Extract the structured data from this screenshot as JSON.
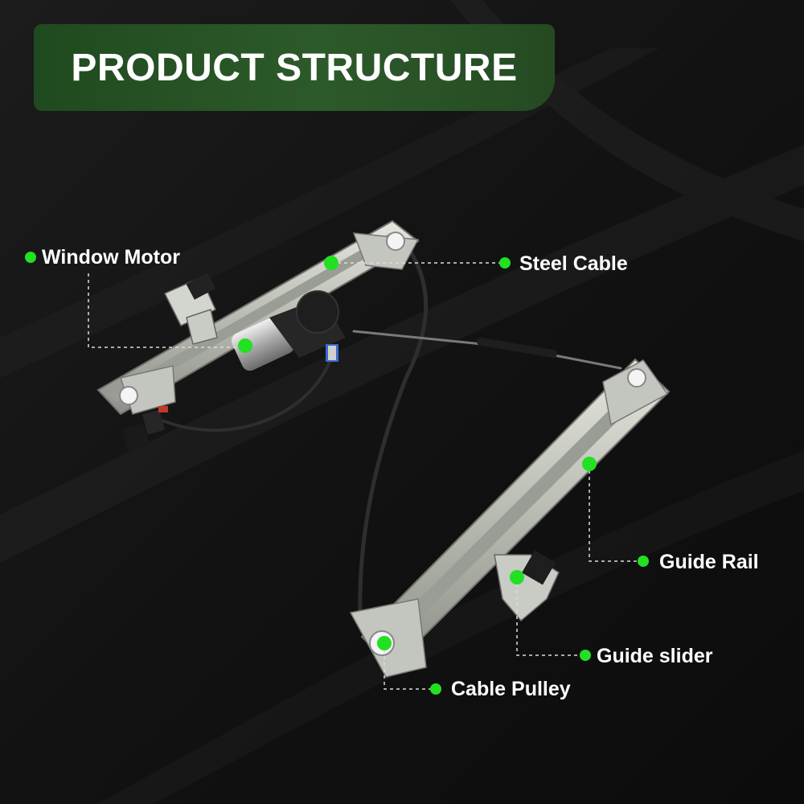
{
  "title": "PRODUCT STRUCTURE",
  "colors": {
    "background": "#141414",
    "banner": "#2d5a2a",
    "dot": "#22e022",
    "text": "#ffffff",
    "rail": "#c9ccc4",
    "cable": "#2a2a2a"
  },
  "callouts": [
    {
      "id": "window-motor",
      "label": "Window Motor"
    },
    {
      "id": "steel-cable",
      "label": "Steel Cable"
    },
    {
      "id": "guide-rail",
      "label": "Guide Rail"
    },
    {
      "id": "guide-slider",
      "label": "Guide slider"
    },
    {
      "id": "cable-pulley",
      "label": "Cable Pulley"
    }
  ]
}
